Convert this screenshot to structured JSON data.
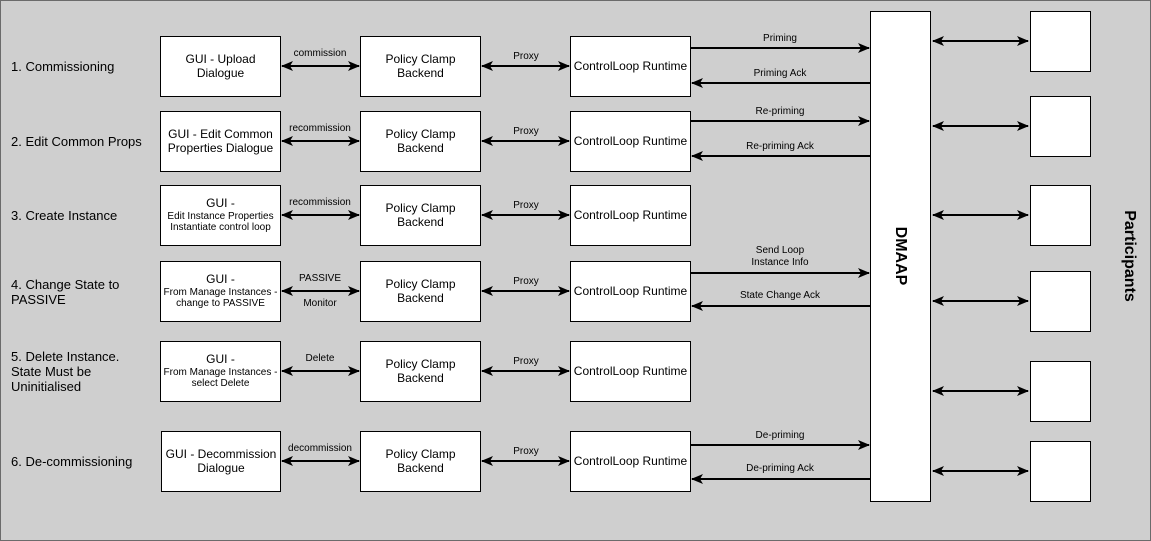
{
  "rows": [
    {
      "label": "1. Commissioning",
      "gui": [
        "GUI - Upload",
        "Dialogue",
        ""
      ],
      "gui_edge": "commission",
      "backend": [
        "Policy Clamp",
        "Backend"
      ],
      "proxy": "Proxy",
      "runtime": "ControlLoop Runtime",
      "dmaap_out": "Priming",
      "dmaap_in": "Priming Ack"
    },
    {
      "label": "2. Edit Common Props",
      "gui": [
        "GUI - Edit Common",
        "Properties Dialogue",
        ""
      ],
      "gui_edge": "recommission",
      "backend": [
        "Policy Clamp",
        "Backend"
      ],
      "proxy": "Proxy",
      "runtime": "ControlLoop Runtime",
      "dmaap_out": "Re-priming",
      "dmaap_in": "Re-priming Ack"
    },
    {
      "label": "3. Create Instance",
      "gui": [
        "GUI -",
        "Edit Instance Properties",
        "Instantiate control loop"
      ],
      "gui_edge": "recommission",
      "backend": [
        "Policy Clamp",
        "Backend"
      ],
      "proxy": "Proxy",
      "runtime": "ControlLoop Runtime"
    },
    {
      "label": "4. Change State to PASSIVE",
      "gui": [
        "GUI -",
        "From Manage Instances -",
        "change to PASSIVE"
      ],
      "gui_edge": "PASSIVE",
      "gui_edge_2": "Monitor",
      "backend": [
        "Policy Clamp",
        "Backend"
      ],
      "proxy": "Proxy",
      "runtime": "ControlLoop Runtime",
      "dmaap_out": "Send Loop Instance Info",
      "dmaap_in": "State Change Ack"
    },
    {
      "label": "5. Delete Instance. State Must be Uninitialised",
      "gui": [
        "GUI -",
        "From Manage Instances -",
        "select Delete"
      ],
      "gui_edge": "Delete",
      "backend": [
        "Policy Clamp",
        "Backend"
      ],
      "proxy": "Proxy",
      "runtime": "ControlLoop Runtime"
    },
    {
      "label": "6. De-commissioning",
      "gui": [
        "GUI - Decommission",
        "Dialogue",
        ""
      ],
      "gui_edge": "decommission",
      "backend": [
        "Policy Clamp",
        "Backend"
      ],
      "proxy": "Proxy",
      "runtime": "ControlLoop Runtime",
      "dmaap_out": "De-priming",
      "dmaap_in": "De-priming Ack"
    }
  ],
  "dmaap": "DMAAP",
  "participants": "Participants",
  "colors": {
    "background": "#cfcfcf",
    "box": "#ffffff",
    "line": "#000000"
  }
}
